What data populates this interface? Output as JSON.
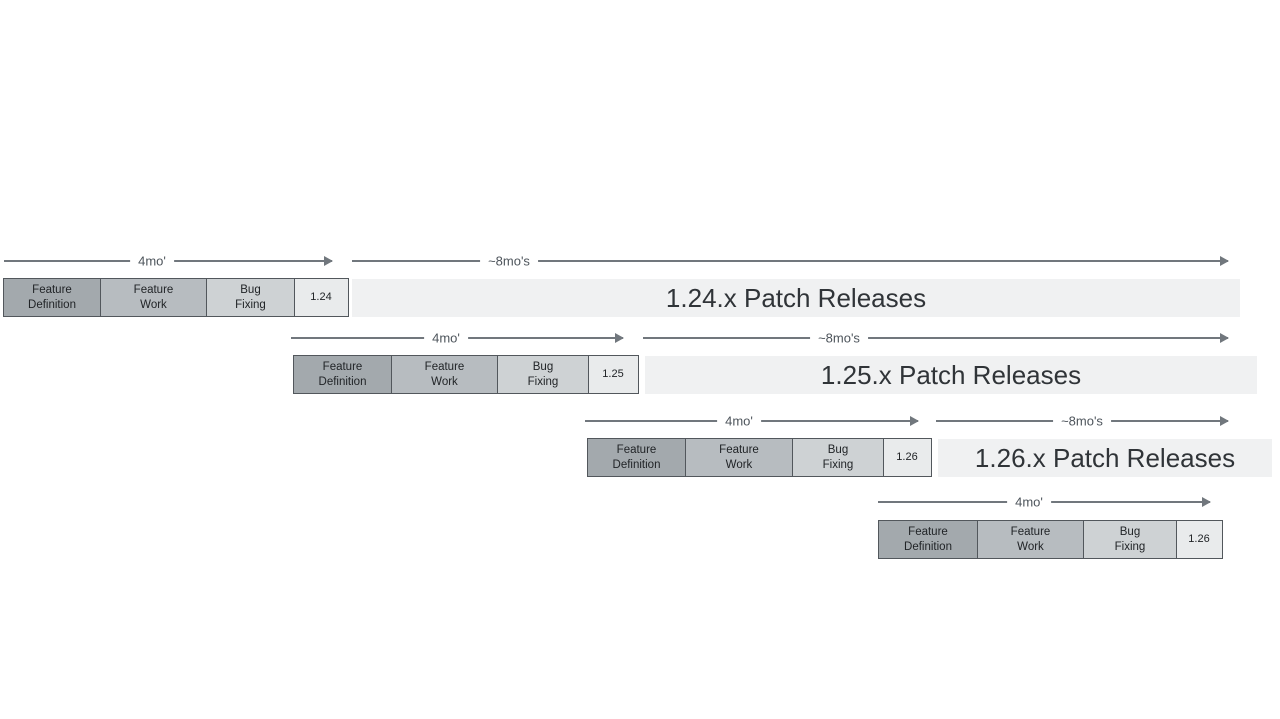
{
  "rows": [
    {
      "version": "1.24",
      "phases": [
        "Feature\nDefinition",
        "Feature\nWork",
        "Bug\nFixing"
      ],
      "dev_duration": "4mo'",
      "patch_duration": "~8mo's",
      "patch_label": "1.24.x Patch Releases"
    },
    {
      "version": "1.25",
      "phases": [
        "Feature\nDefinition",
        "Feature\nWork",
        "Bug\nFixing"
      ],
      "dev_duration": "4mo'",
      "patch_duration": "~8mo's",
      "patch_label": "1.25.x Patch Releases"
    },
    {
      "version": "1.26",
      "phases": [
        "Feature\nDefinition",
        "Feature\nWork",
        "Bug\nFixing"
      ],
      "dev_duration": "4mo'",
      "patch_duration": "~8mo's",
      "patch_label": "1.26.x Patch Releases"
    },
    {
      "version": "1.26",
      "phases": [
        "Feature\nDefinition",
        "Feature\nWork",
        "Bug\nFixing"
      ],
      "dev_duration": "4mo'"
    }
  ],
  "colors": {
    "feature_definition_fill": "#a3a9ad",
    "feature_work_fill": "#b7bcc0",
    "bug_fixing_fill": "#ced2d4",
    "version_fill": "#e9ebec",
    "patch_bar_fill": "#f0f1f2",
    "box_border": "#52575c",
    "arrow": "#71777d",
    "box_text": "#212427",
    "patch_text": "#303438",
    "label_text": "#4d545b"
  }
}
